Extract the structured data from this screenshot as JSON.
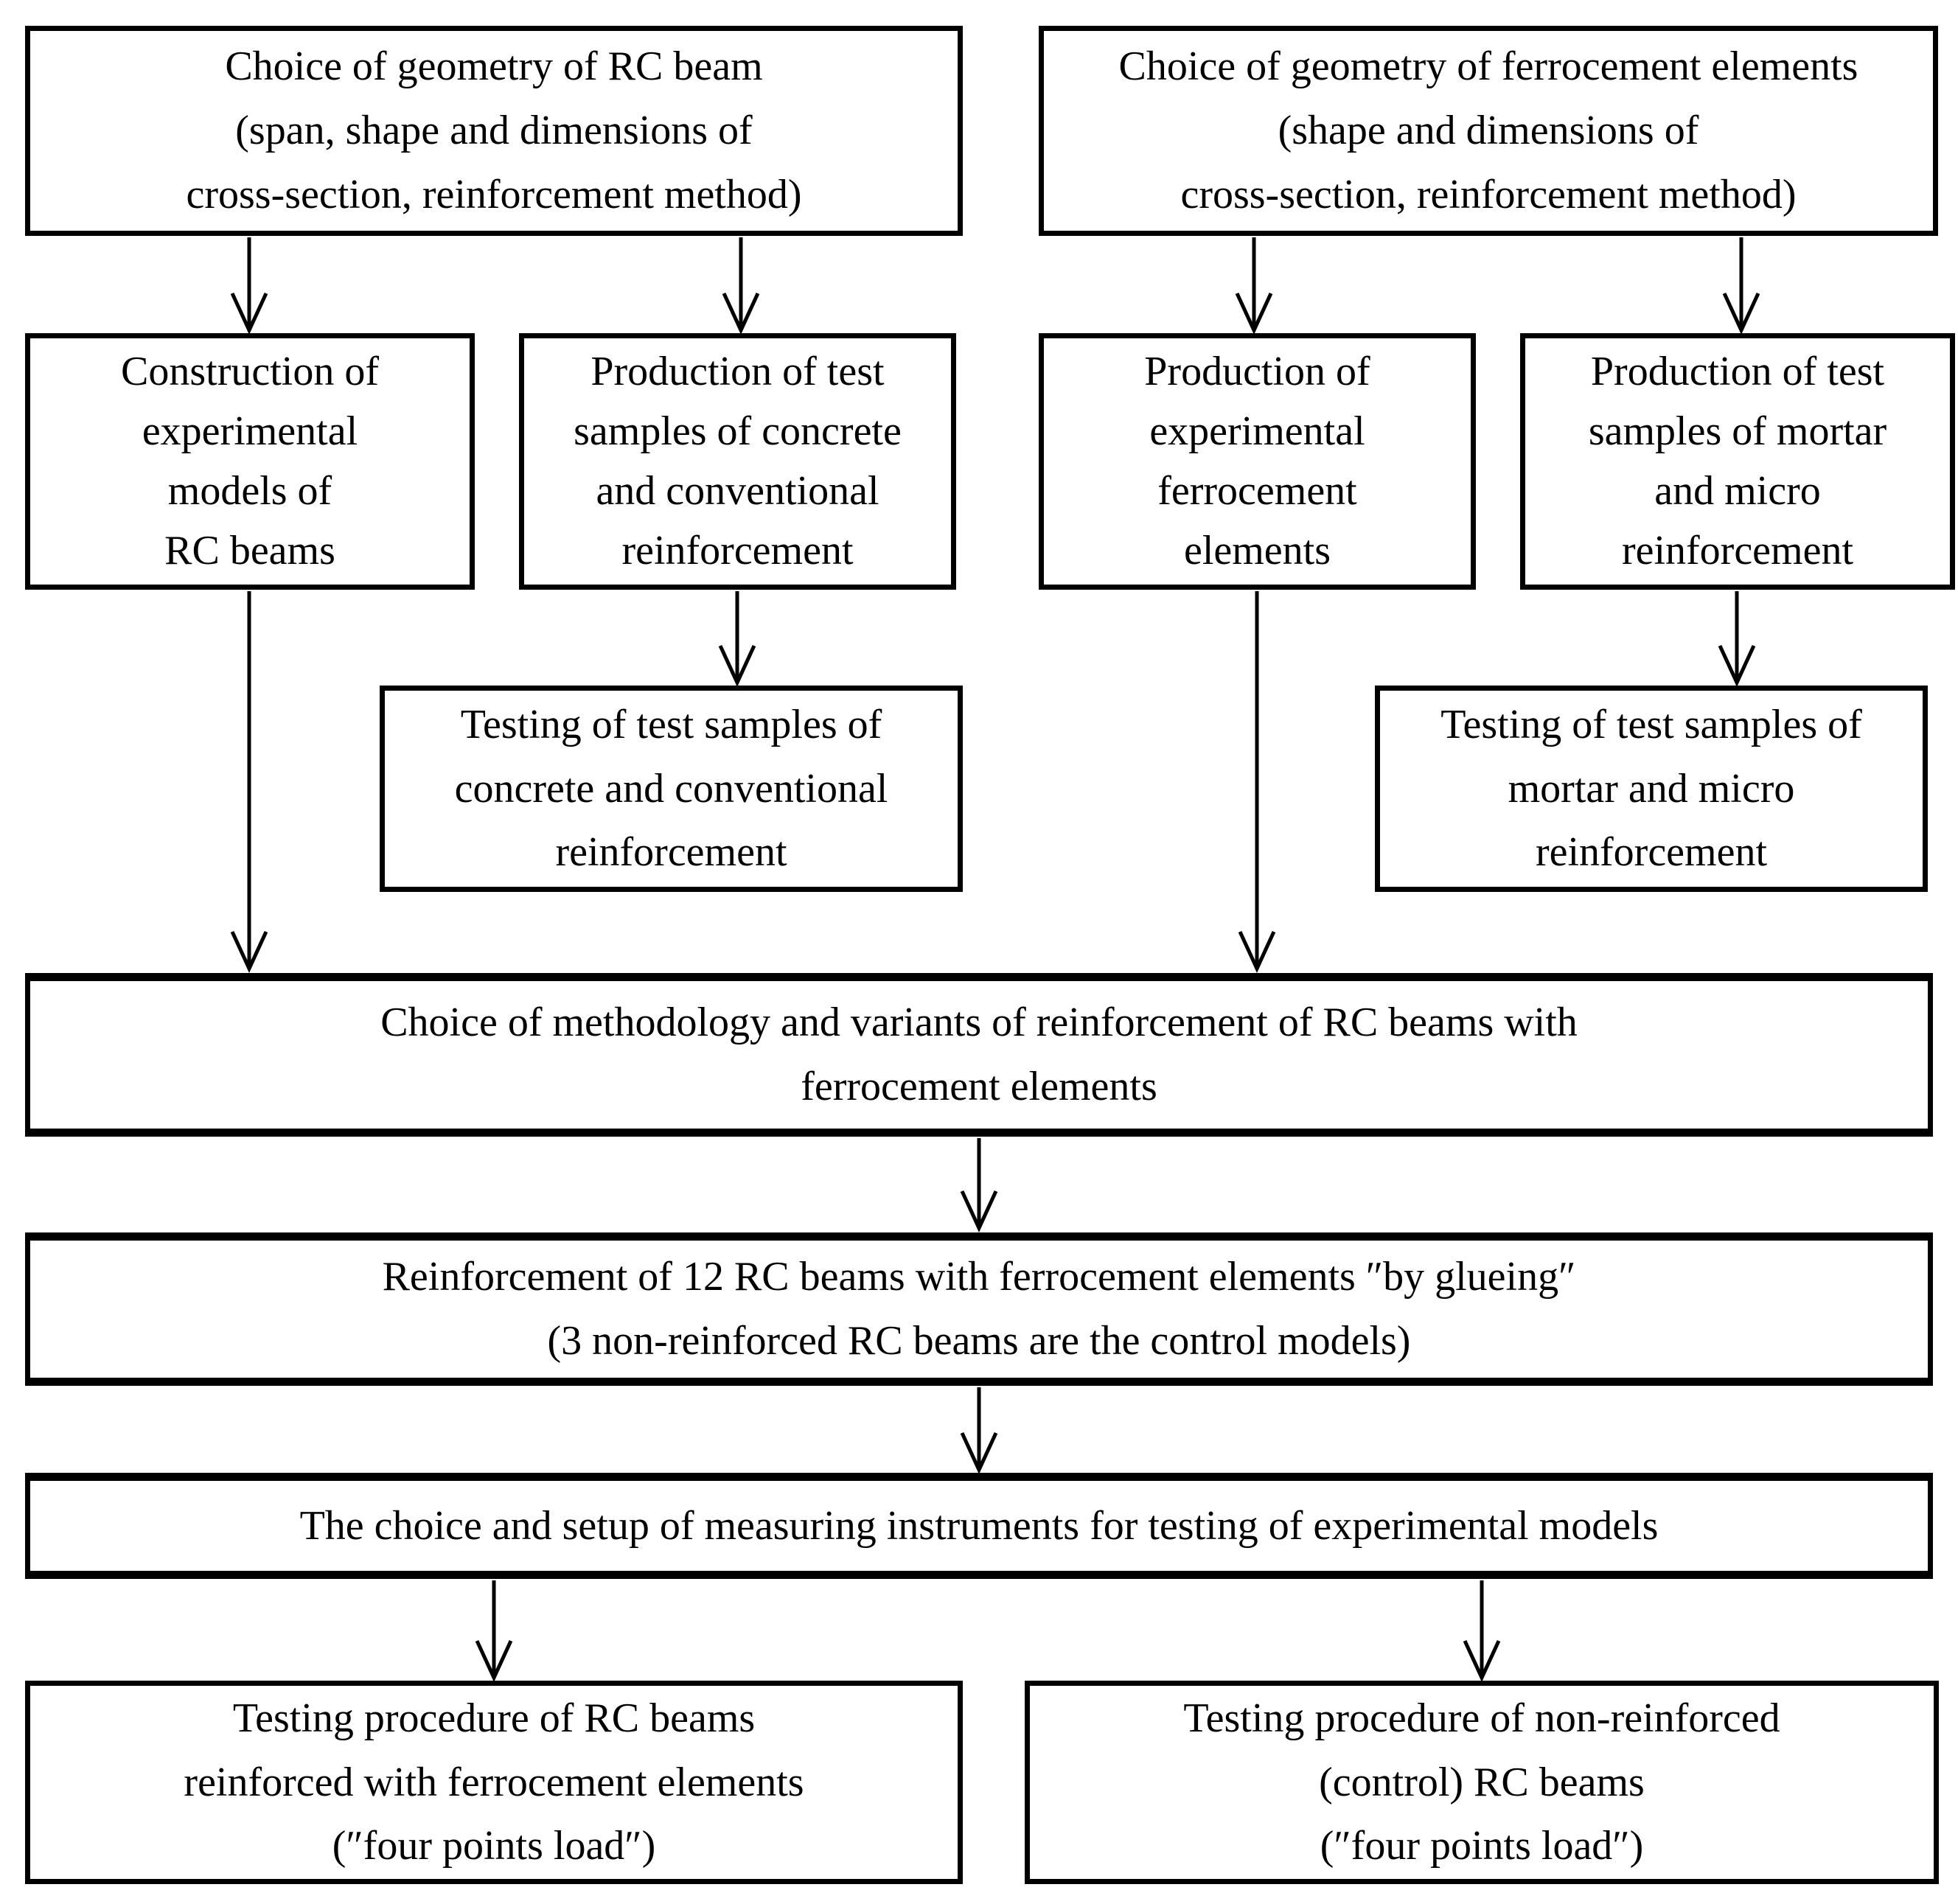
{
  "figure": {
    "colors": {
      "background": "#ffffff",
      "line": "#000000",
      "text": "#000000"
    },
    "boxes": {
      "rc_geometry": "Choice of geometry of RC beam\n(span, shape and dimensions of\ncross-section, reinforcement method)",
      "ferro_geometry": "Choice of geometry of ferrocement elements\n(shape and dimensions of\ncross-section, reinforcement method)",
      "construction": "Construction of\nexperimental\nmodels of\nRC beams",
      "concrete_samples": "Production of test\nsamples of concrete\nand conventional\nreinforcement",
      "ferro_production": "Production of\nexperimental\nferrocement\nelements",
      "mortar_samples": "Production of test\nsamples of mortar\nand micro\nreinforcement",
      "concrete_testing": "Testing of test samples of\nconcrete and conventional\nreinforcement",
      "mortar_testing": "Testing of test samples of\nmortar and micro\nreinforcement",
      "methodology": "Choice of methodology and variants of reinforcement of RC beams with\nferrocement elements",
      "reinforcement": "Reinforcement of 12 RC beams with ferrocement elements ″by glueing″\n(3 non-reinforced RC beams are the control models)",
      "instruments": "The choice and setup of measuring instruments for testing of experimental models",
      "testing_reinforced": "Testing procedure of RC beams\nreinforced with ferrocement elements\n(″four points load″)",
      "testing_control": "Testing procedure of non-reinforced\n(control) RC beams\n(″four points load″)"
    }
  }
}
